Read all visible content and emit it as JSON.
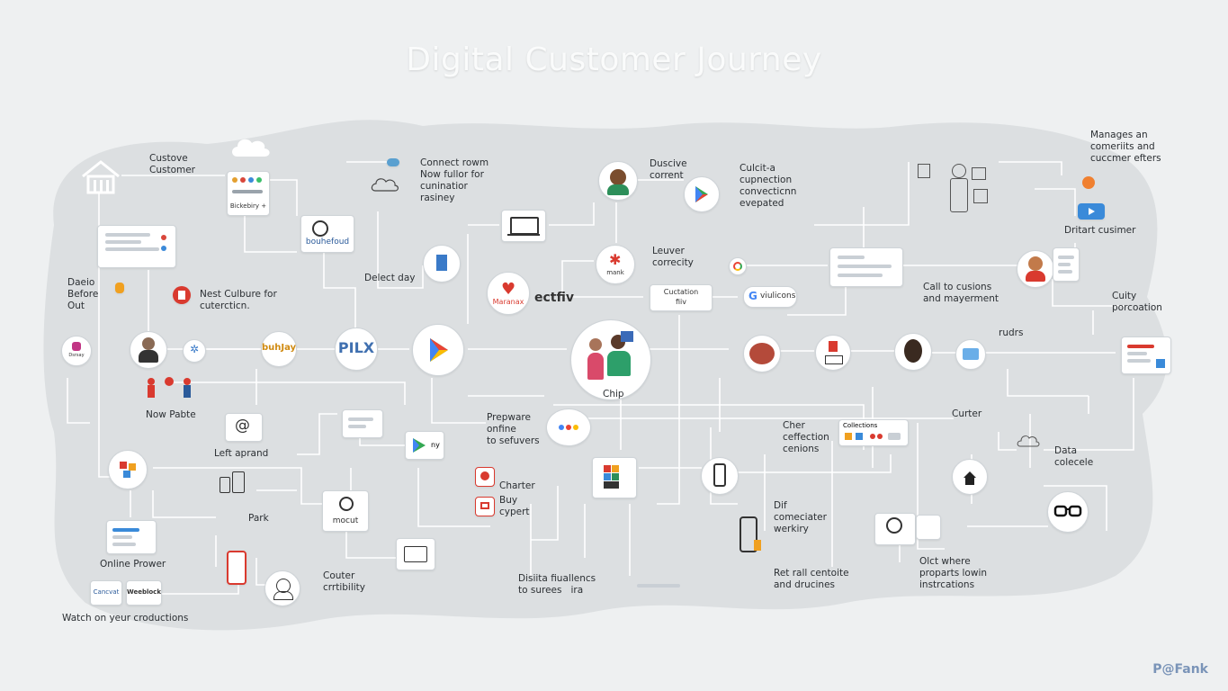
{
  "title": "Digital Customer Journey",
  "watermark": "P@Fank",
  "labels": {
    "custove": "Custove\nCustomer",
    "connect": "Connect rowm\nNow fullor for\ncuninatior\nrasiney",
    "duscive": "Duscive\ncorrent",
    "culcit": "Culcit-a\ncupnection\nconvecticnn\nevepated",
    "manages": "Manages an\ncomeriits and\ncuccmer efters",
    "dritart": "Dritart cusimer",
    "daeio": "Daeio\nBefore\nOut",
    "nest": "Nest Culbure for\ncutercticn.",
    "delect": "Delect day",
    "leuver": "Leuver\ncorrecity",
    "call": "Call to cusions\nand mayerment",
    "cuity": "Cuity\nporcoation",
    "rudrs": "rudrs",
    "now_pabte": "Now Pabte",
    "left_aprand": "Left aprand",
    "park": "Park",
    "prepware": "Prepware\nonfine\nto sefuvers",
    "chip": "Chip",
    "charter": "Charter",
    "buy": "Buy\ncypert",
    "cher": "Cher\nceffection\ncenions",
    "curter": "Curter",
    "data": "Data\ncolecele",
    "online": "Online Prower",
    "couter": "Couter\ncrrtibility",
    "dif": "Dif\ncomeciater\nwerkiry",
    "distita": "Disiita fiuallencs\nto surees   ira",
    "retrall": "Ret rall centoite\nand drucines",
    "olct": "Olct where\nproparts lowin\ninstrcations",
    "watch": "Watch on yeur croductions"
  },
  "nodes": {
    "bickebiry": "Bickebiry +",
    "bouhefoud": "bouhefoud",
    "manax": "Maranax",
    "ectfiv": "ectfiv",
    "cuctation": "Cuctation",
    "fiiv": "fiiv",
    "viulicons": "viulicons",
    "buhjay": "buhJay",
    "pilx": "PILX",
    "mocut": "mocut",
    "collections": "Collections",
    "cancvat": "Cancvat",
    "weeblock": "Weeblock",
    "dsrsay": "Dsrsay",
    "ny": "ny",
    "mank": "mank"
  },
  "colors": {
    "background": "#eef0f1",
    "blob": "#dcdfe1",
    "wire": "#ffffff",
    "accent_blue": "#4070b0",
    "accent_red": "#d93a2f",
    "accent_orange": "#f0a020"
  }
}
